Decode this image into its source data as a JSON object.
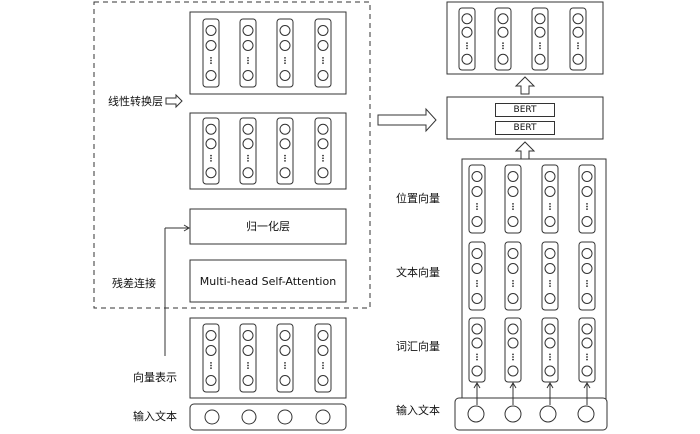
{
  "left": {
    "linear_layer_label": "线性转换层",
    "residual_label": "残差连接",
    "norm_layer_label": "归一化层",
    "attention_label": "Multi-head Self-Attention",
    "vector_repr_label": "向量表示",
    "input_text_label": "输入文本"
  },
  "right": {
    "position_vector_label": "位置向量",
    "text_vector_label": "文本向量",
    "vocab_vector_label": "词汇向量",
    "input_text_label": "输入文本",
    "bert_labels": [
      "BERT",
      "BERT"
    ]
  },
  "ellipsis": "⋮",
  "colors": {
    "stroke": "#333333",
    "background": "#ffffff"
  }
}
